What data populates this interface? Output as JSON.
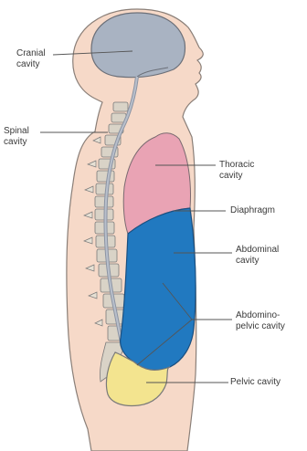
{
  "labels": {
    "cranial": "Cranial\ncavity",
    "spinal": "Spinal\ncavity",
    "thoracic": "Thoracic\ncavity",
    "diaphragm": "Diaphragm",
    "abdominal": "Abdominal\ncavity",
    "abdominopelvic": "Abdomino-\npelvic cavity",
    "pelvic": "Pelvic cavity"
  },
  "colors": {
    "body": "#f6d9c8",
    "outline": "#7a7a7a",
    "cranial": "#a9b3c2",
    "thoracic": "#e9a3b4",
    "abdominal": "#2179c0",
    "pelvic": "#f3e48f",
    "vertebra": "#d9d3c7",
    "spinal_cord": "#b8bfcb"
  }
}
